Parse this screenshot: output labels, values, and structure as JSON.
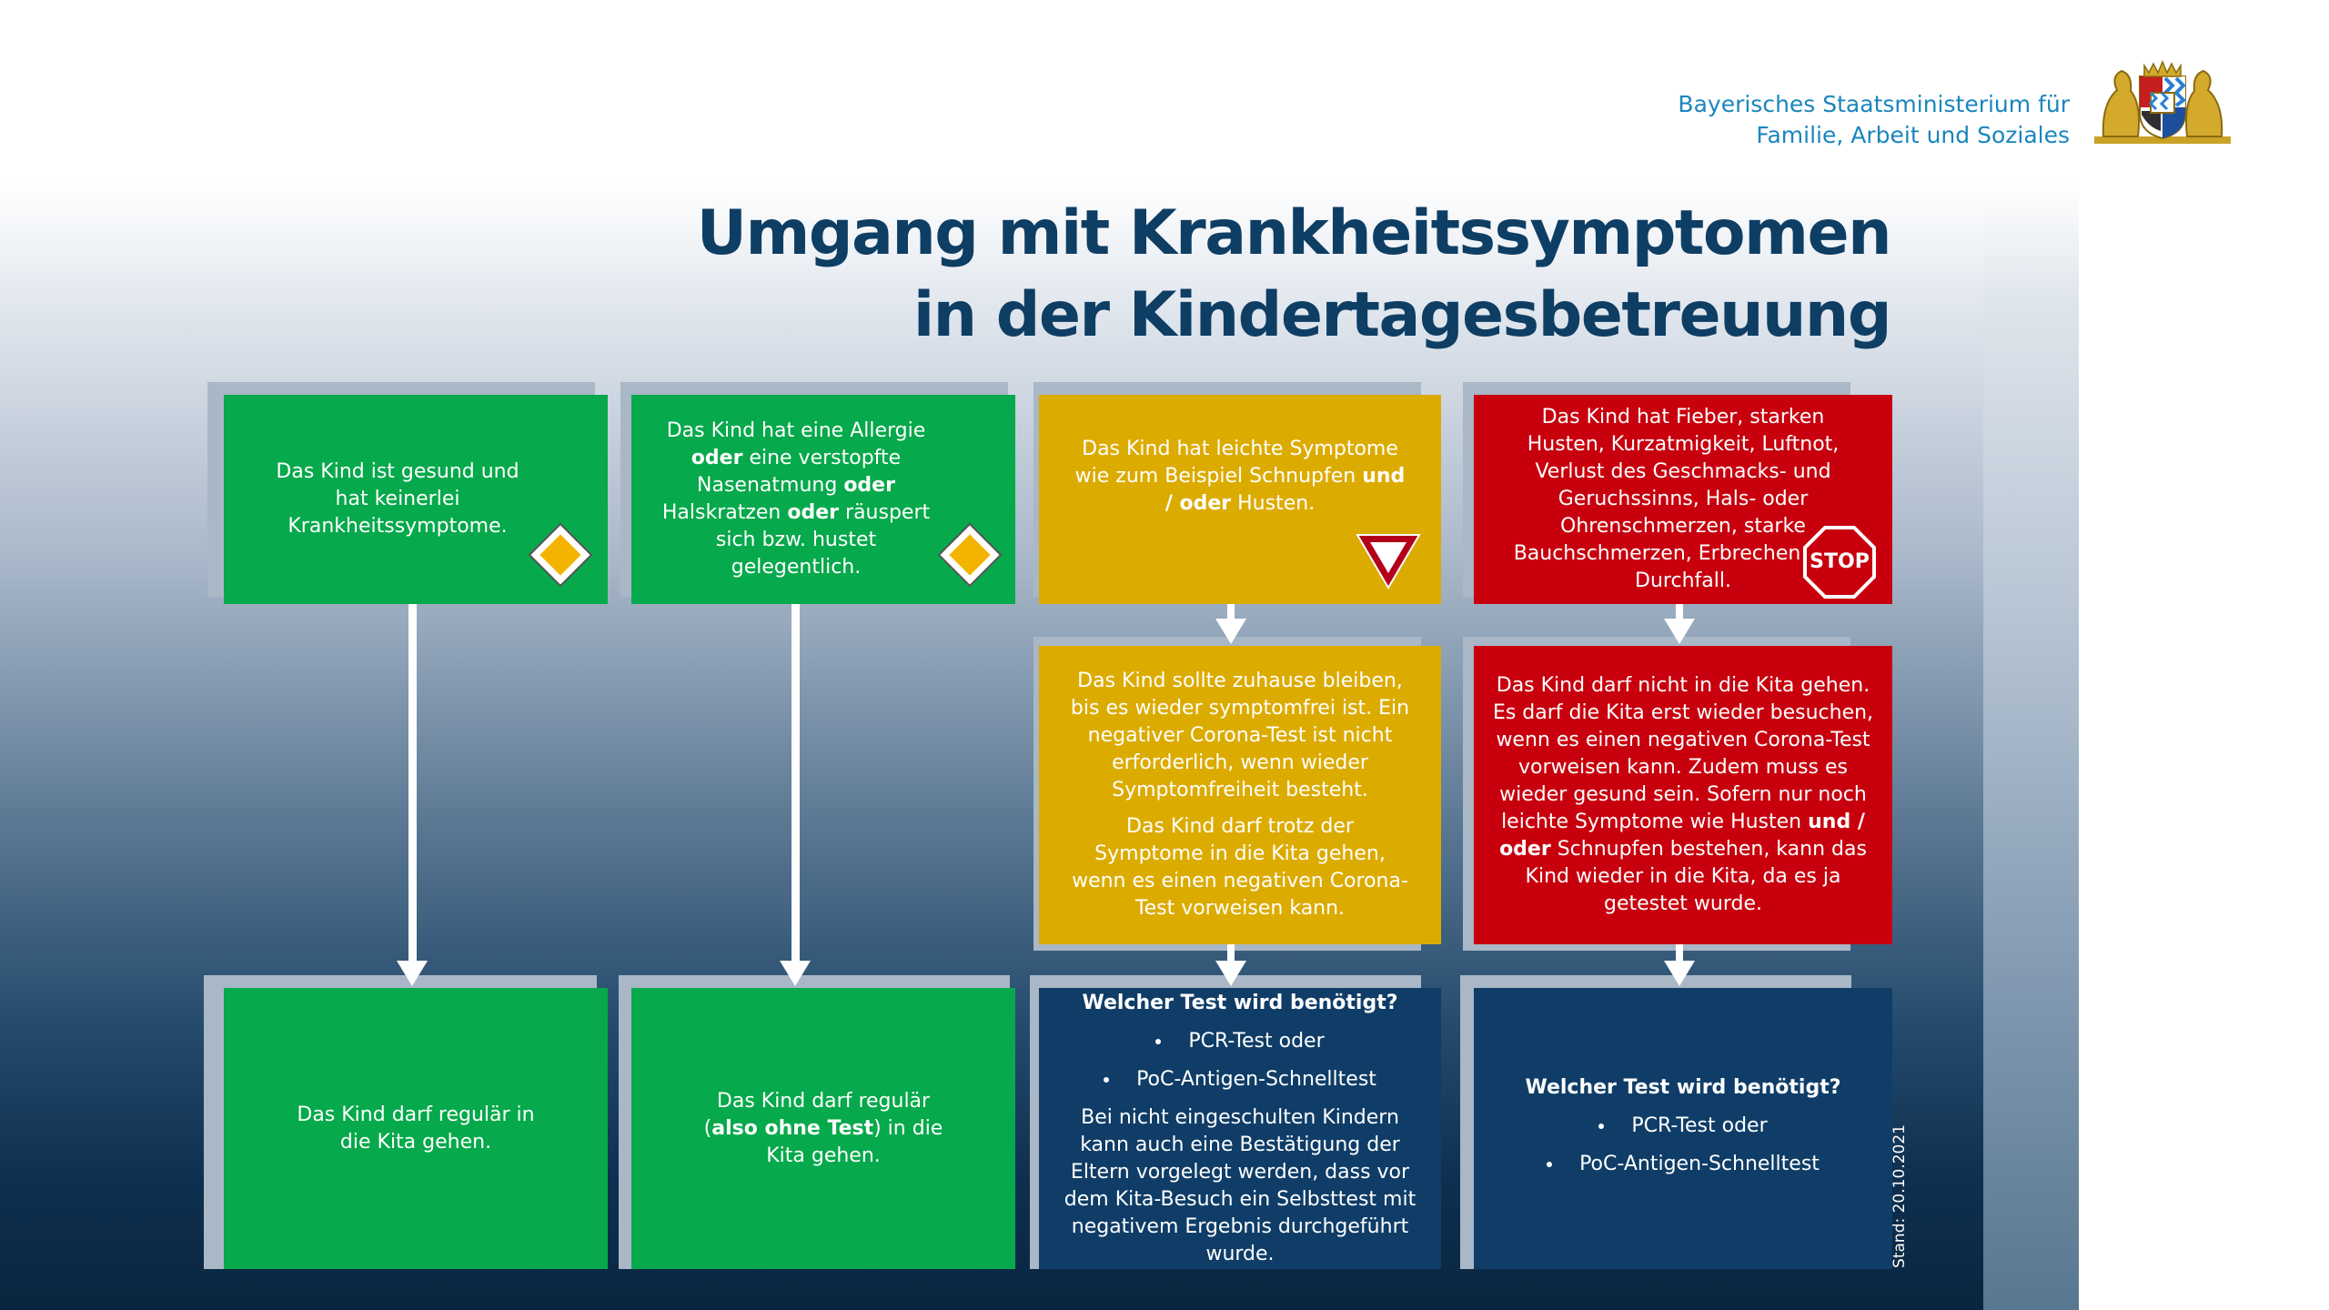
{
  "header": {
    "ministry_line1": "Bayerisches Staatsministerium für",
    "ministry_line2": "Familie, Arbeit und Soziales",
    "title_line1": "Umgang mit Krankheitssymptomen",
    "title_line2": "in der Kindertagesbetreuung"
  },
  "col1": {
    "top": "Das Kind ist gesund und hat keinerlei Krankheitssymptome.",
    "bottom": "Das Kind darf regulär in die Kita gehen."
  },
  "col2": {
    "top_t1": "Das Kind hat eine Allergie",
    "top_b1": "oder",
    "top_t2": "eine verstopfte Nasenatmung",
    "top_b2": "oder",
    "top_t3": "Halskratzen",
    "top_b3": "oder",
    "top_t4": "räuspert sich bzw. hustet gelegentlich.",
    "bottom_t1": "Das Kind darf regulär (",
    "bottom_b1": "also ohne Test",
    "bottom_t2": ") in die Kita gehen."
  },
  "col3": {
    "top_t1": "Das Kind hat leichte Symptome wie zum Beispiel Schnupfen",
    "top_b1": "und / oder",
    "top_t2": "Husten.",
    "mid_p1": "Das Kind sollte zuhause bleiben, bis es wieder symptomfrei ist. Ein negativer Corona-Test ist nicht erforderlich, wenn wieder Symptomfreiheit besteht.",
    "mid_p2": "Das Kind darf trotz der Symptome in die Kita gehen, wenn es einen negativen Corona-Test vorweisen kann.",
    "question": "Welcher Test wird benötigt?",
    "item1": "PCR-Test oder",
    "item2": "PoC-Antigen-Schnelltest",
    "note": "Bei nicht eingeschulten Kindern kann auch eine Bestätigung der Eltern vorgelegt werden, dass vor dem Kita-Besuch ein Selbsttest mit negativem Ergebnis durchgeführt wurde."
  },
  "col4": {
    "top": "Das Kind hat Fieber, starken Husten, Kurzatmigkeit, Luftnot, Verlust des Geschmacks- und Geruchssinns, Hals- oder Ohrenschmerzen, starke Bauchschmerzen, Erbrechen oder Durchfall.",
    "stop_label": "STOP",
    "mid_t1": "Das Kind darf nicht in die Kita gehen. Es darf die Kita erst wieder besuchen, wenn es einen negativen Corona-Test vorweisen kann. Zudem muss es wieder gesund sein. Sofern nur noch leichte Symptome wie Husten",
    "mid_b1": "und / oder",
    "mid_t2": "Schnupfen bestehen, kann das Kind wieder in die Kita, da es ja getestet wurde.",
    "question": "Welcher Test wird benötigt?",
    "item1": "PCR-Test oder",
    "item2": "PoC-Antigen-Schnelltest"
  },
  "footer": {
    "stand": "Stand: 20.10.2021"
  },
  "colors": {
    "green": "#06a94b",
    "yellow": "#dcab00",
    "red": "#c8000e",
    "navy": "#0f3d67",
    "title": "#0e3e64",
    "ministry": "#1a86bd"
  }
}
